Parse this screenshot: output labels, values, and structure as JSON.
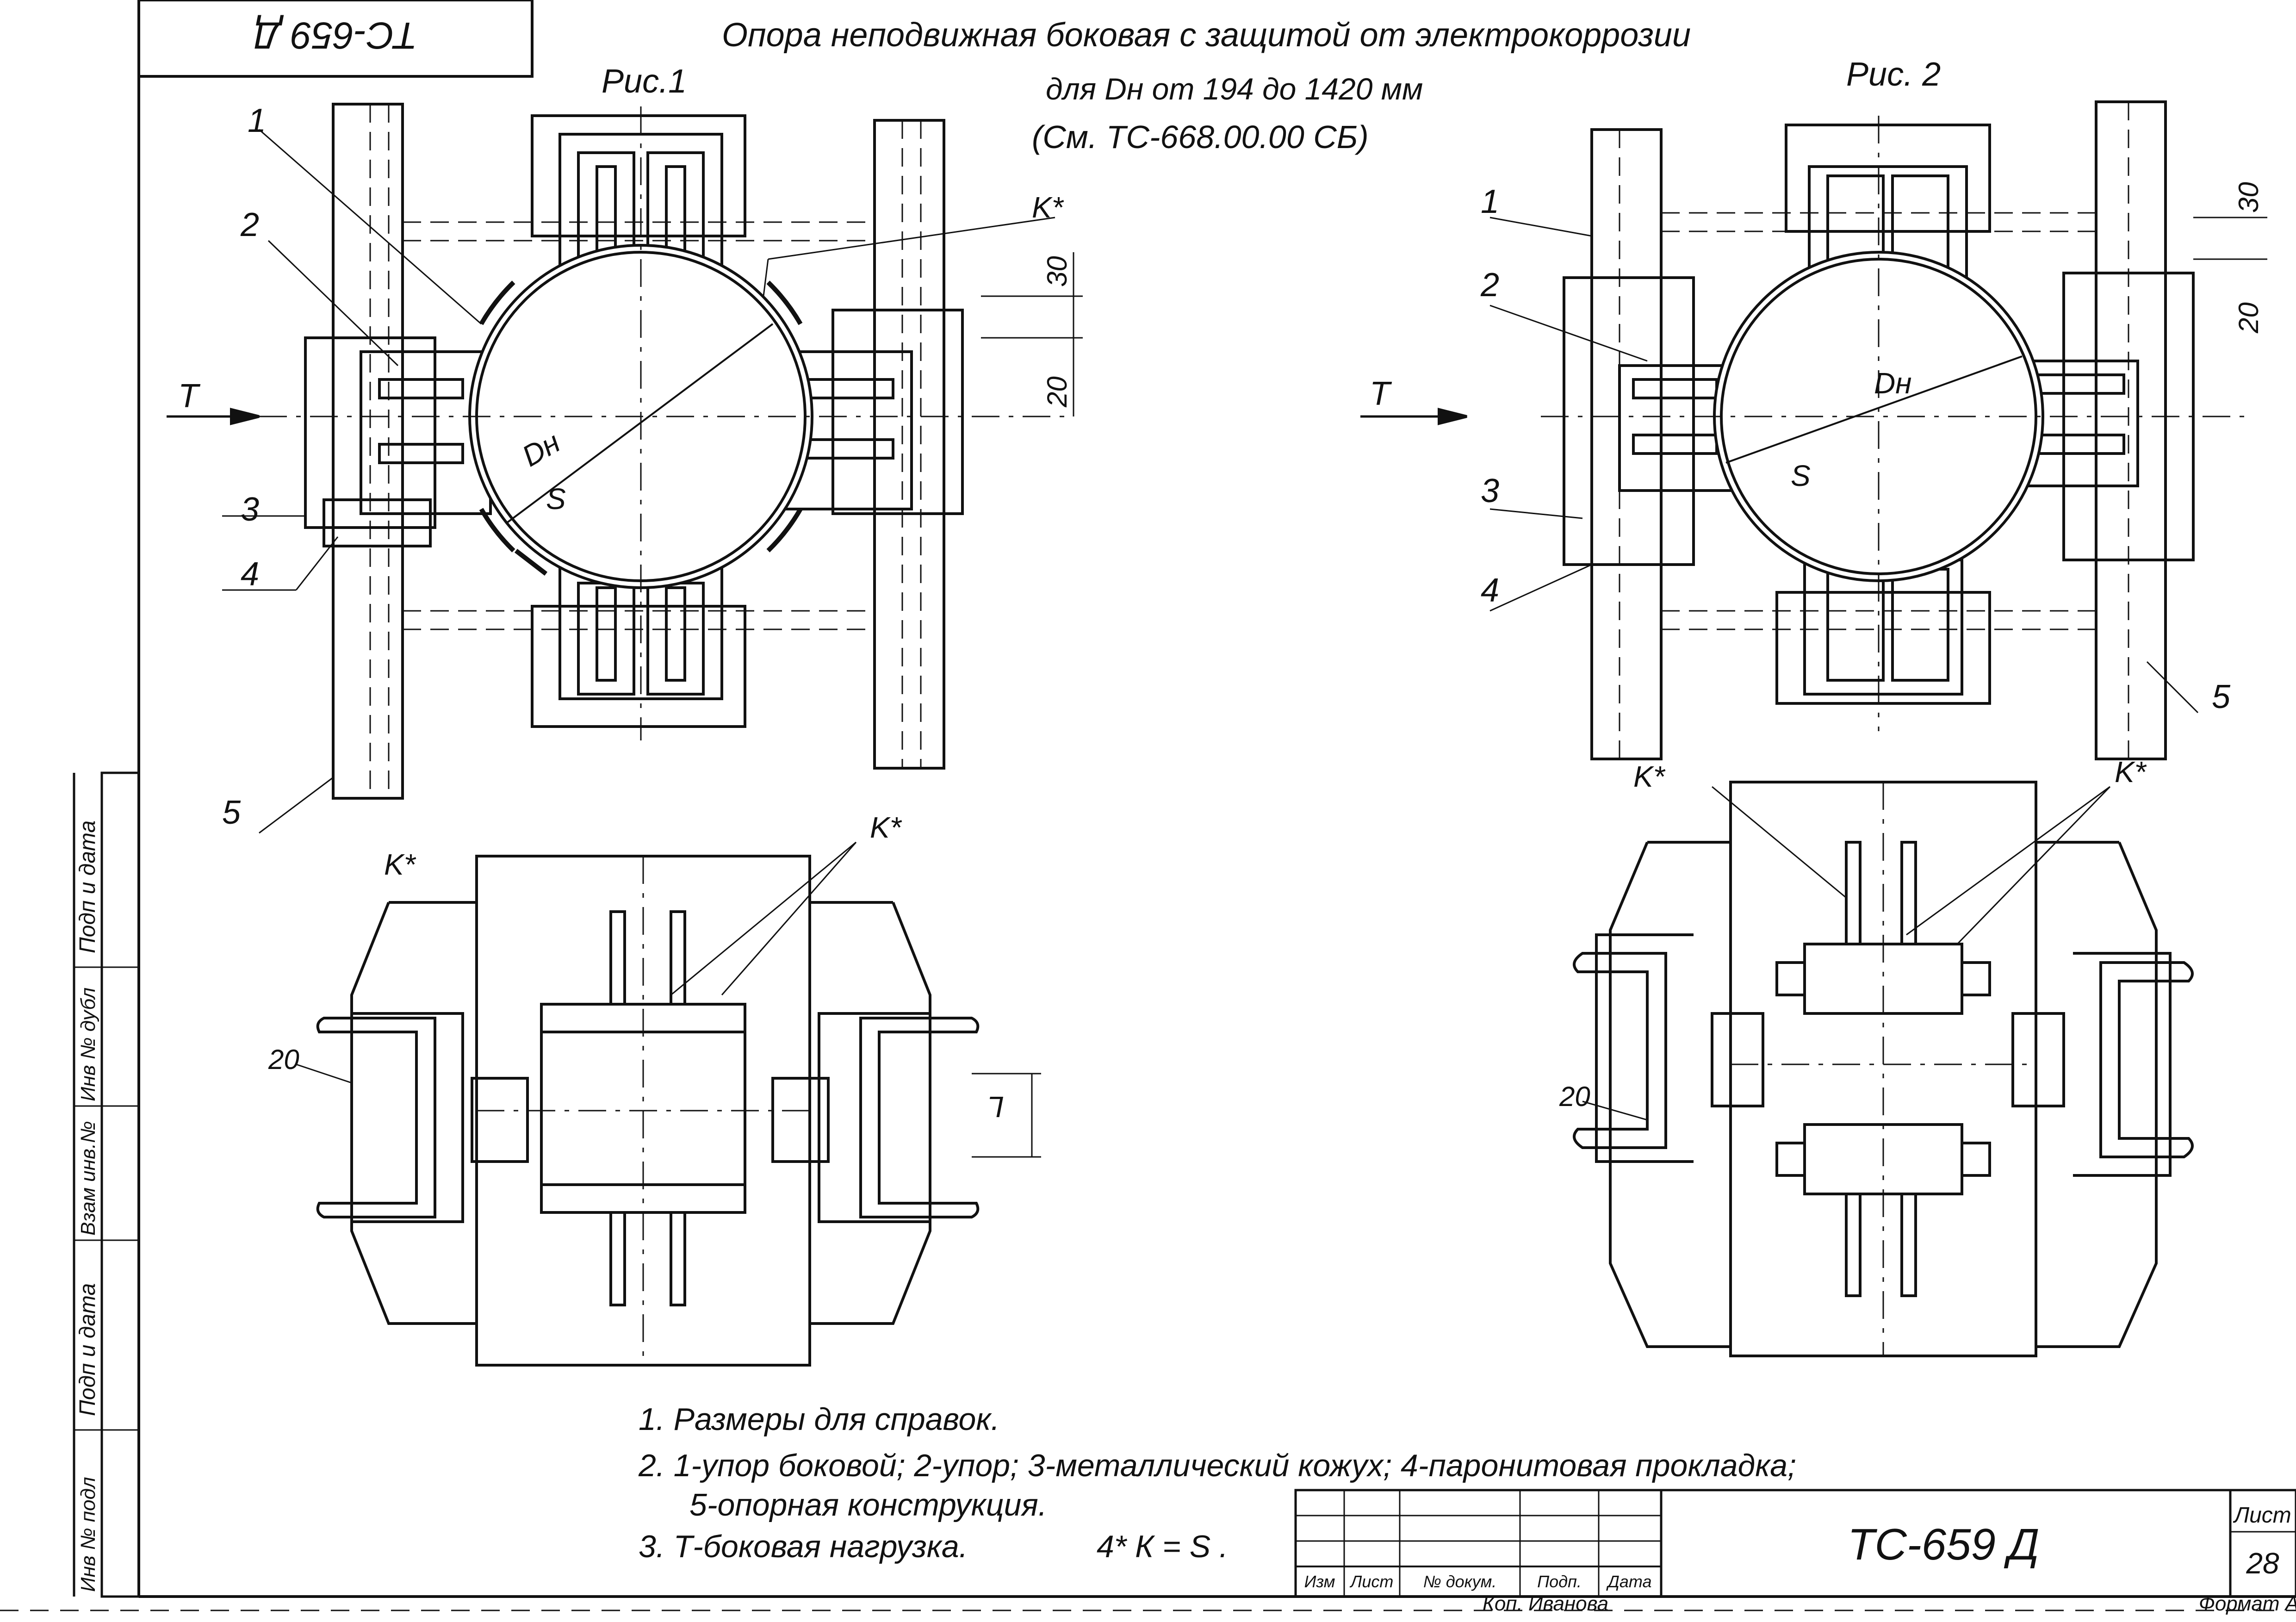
{
  "corner_code": "ТС-659 Д",
  "title_line1": "Опора неподвижная боковая с защитой от электрокоррозии",
  "title_line2": "для Dн от 194 до 1420 мм",
  "title_line3": "(См. ТС-668.00.00 СБ)",
  "fig1_label": "Рис.1",
  "fig2_label": "Рис. 2",
  "load_label": "Т",
  "diameter_label": "Dн",
  "thickness_label": "S",
  "weld_label": "K*",
  "weld_top": "K*",
  "dim_30": "30",
  "dim_20": "20",
  "dim_20_side": "20",
  "dim_L": "L",
  "callouts": [
    "1",
    "2",
    "3",
    "4",
    "5"
  ],
  "notes": [
    "1.  Размеры для справок.",
    "2.  1-упор боковой; 2-упор; 3-металлический кожух; 4-паронитовая прокладка;",
    "5-опорная конструкция.",
    "3.  Т-боковая нагрузка.",
    "4* К = S ."
  ],
  "stamp": {
    "headers": [
      "Изм",
      "Лист",
      "№ докум.",
      "Подп.",
      "Дата"
    ],
    "code": "ТС-659 Д",
    "sheet_label": "Лист",
    "sheet_no": "28",
    "copied_by": "Коп. Иванова",
    "format": "Формат А"
  },
  "side_stamp": [
    "Инв № подл",
    "Подп и дата",
    "Взам инв.№",
    "Инв № дубл",
    "Подп и дата"
  ]
}
